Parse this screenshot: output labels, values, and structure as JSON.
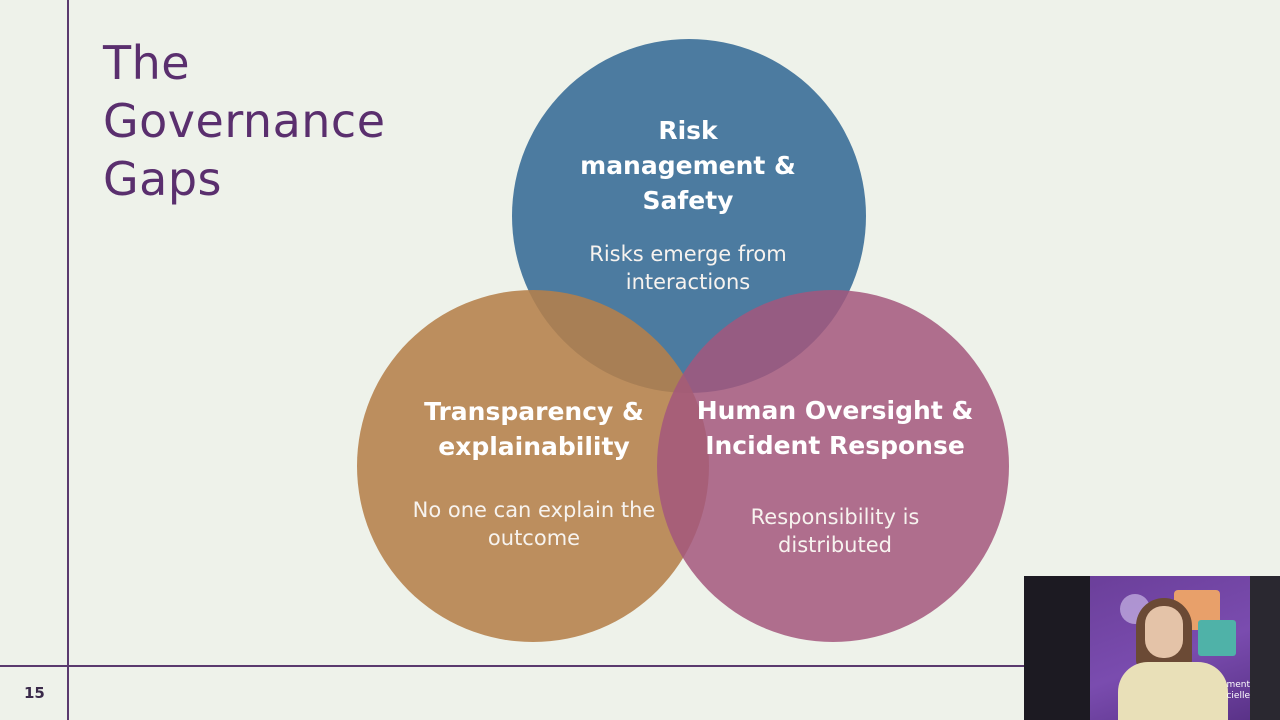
{
  "slide": {
    "title_lines": [
      "The",
      "Governance",
      "Gaps"
    ],
    "page_number": "15"
  },
  "colors": {
    "background": "#eef2ea",
    "accent": "#5a2f6e",
    "risk_circle": "#3f729a",
    "transparency_circle": "#b5804a",
    "human_circle": "#a3577d"
  },
  "venn": {
    "risk": {
      "heading_lines": [
        "Risk",
        "management &",
        "Safety"
      ],
      "sub_lines": [
        "Risks emerge from",
        "interactions"
      ]
    },
    "transparency": {
      "heading_lines": [
        "Transparency &",
        "explainability"
      ],
      "sub_lines": [
        "No one can explain the",
        "outcome"
      ]
    },
    "human": {
      "heading_lines": [
        "Human Oversight &",
        "Incident Response"
      ],
      "sub_lines": [
        "Responsibility is",
        "distributed"
      ]
    }
  },
  "webcam": {
    "banner_lines": [
      "ment",
      "cielle"
    ]
  }
}
